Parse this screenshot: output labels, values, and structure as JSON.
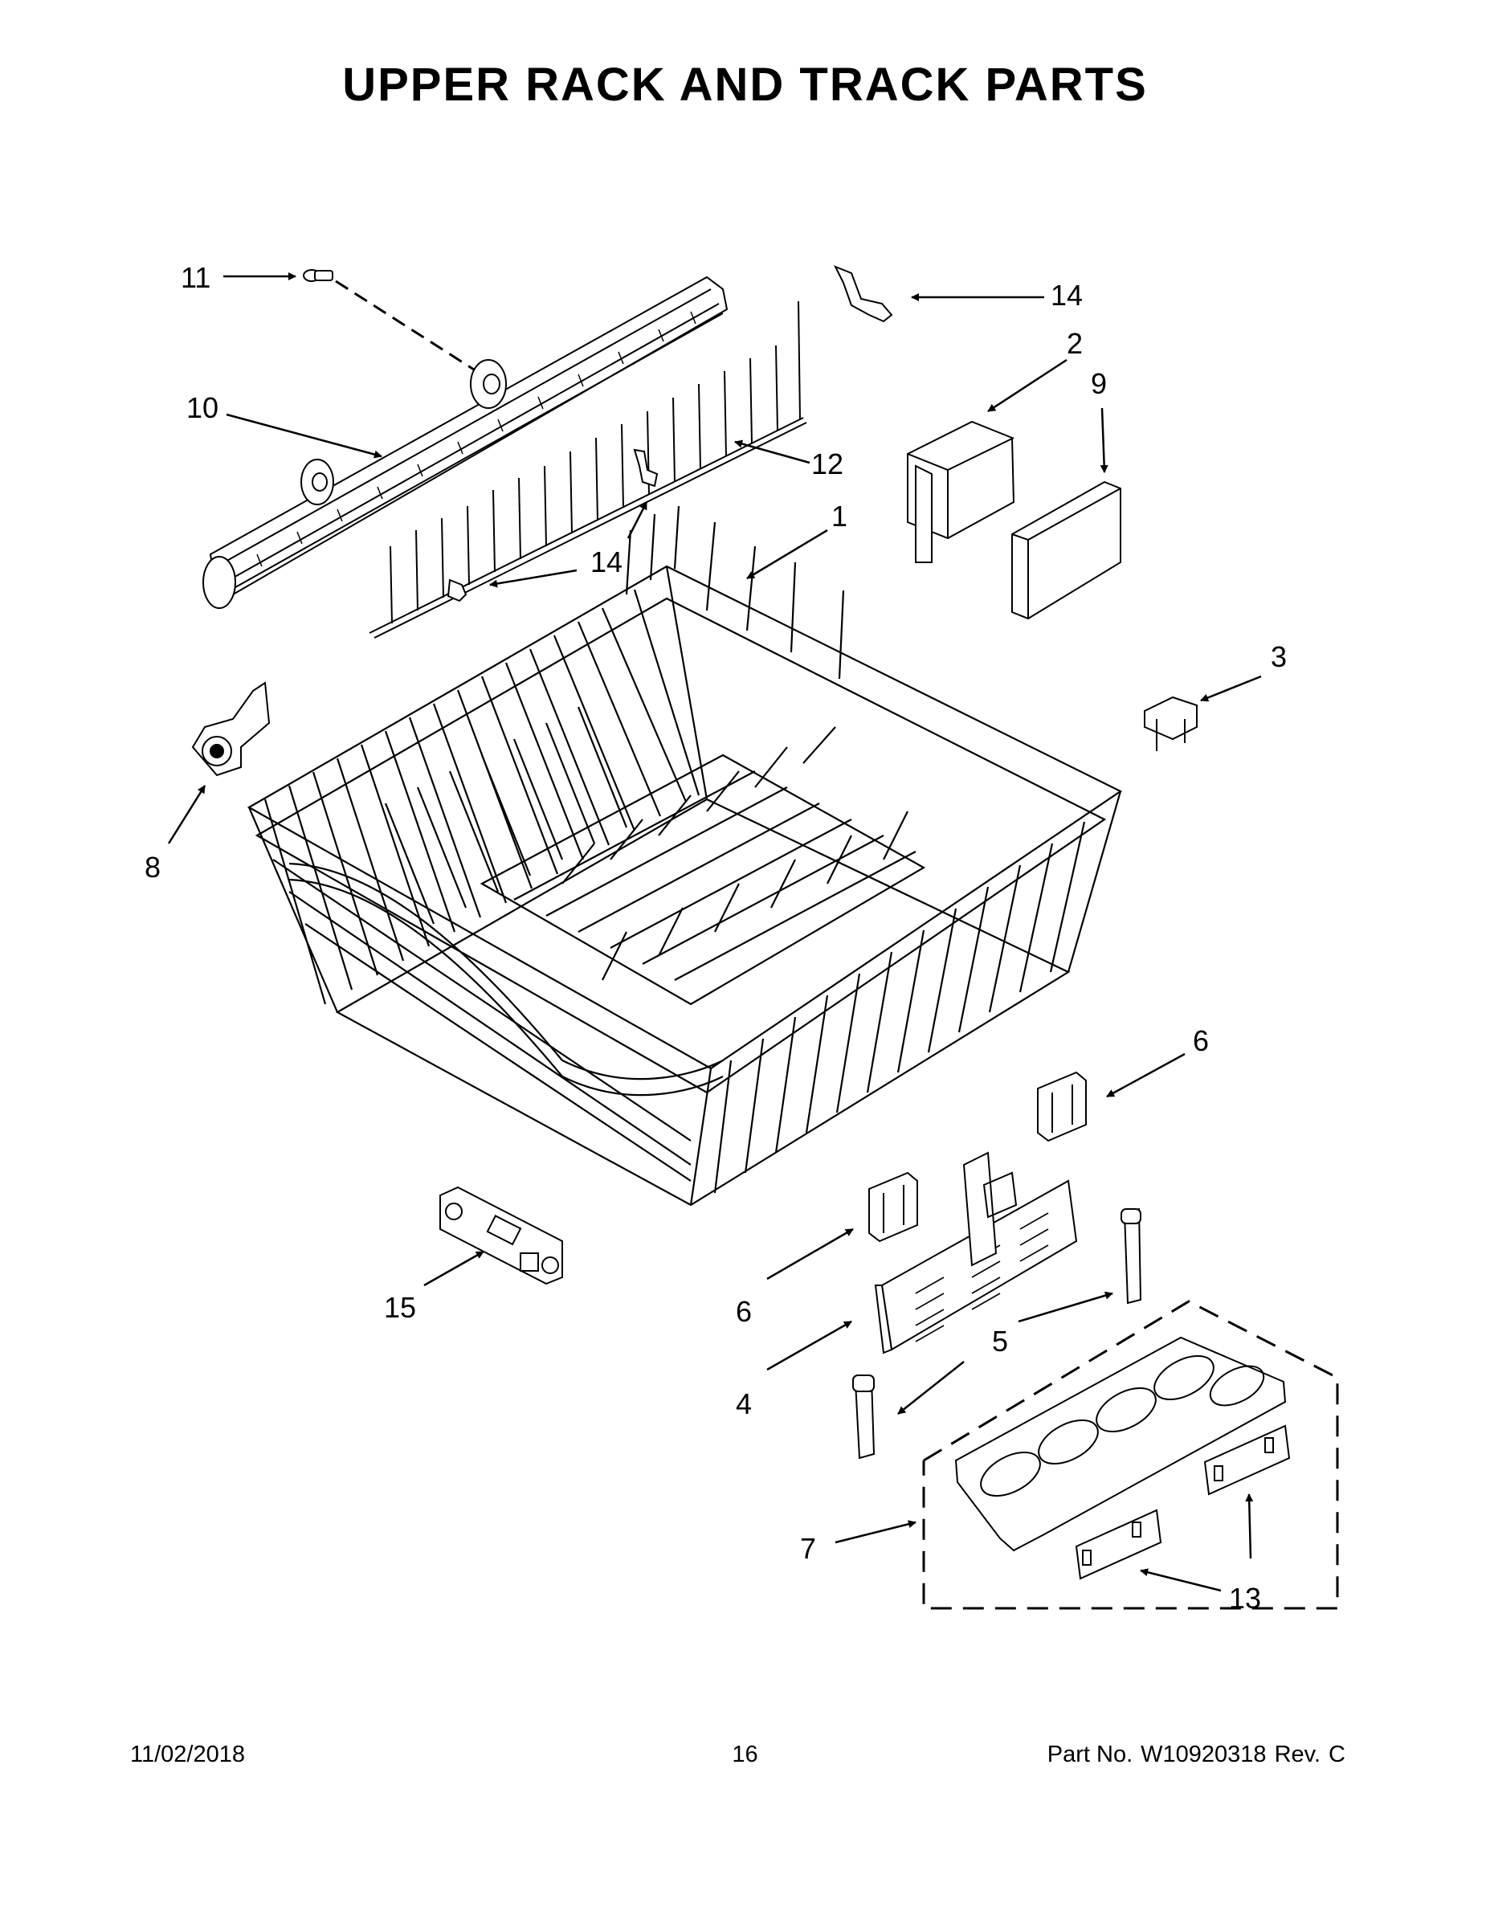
{
  "page": {
    "title": "UPPER RACK AND TRACK PARTS"
  },
  "callouts": {
    "c1": "1",
    "c2": "2",
    "c3": "3",
    "c4": "4",
    "c5": "5",
    "c6a": "6",
    "c6b": "6",
    "c7": "7",
    "c8": "8",
    "c9": "9",
    "c10": "10",
    "c11": "11",
    "c12": "12",
    "c13": "13",
    "c14a": "14",
    "c14b": "14",
    "c15": "15"
  },
  "footer": {
    "date": "11/02/2018",
    "page_number": "16",
    "part_label": "Part No.",
    "part_number": "W10920318",
    "rev_label": "Rev.",
    "rev_value": "C"
  }
}
